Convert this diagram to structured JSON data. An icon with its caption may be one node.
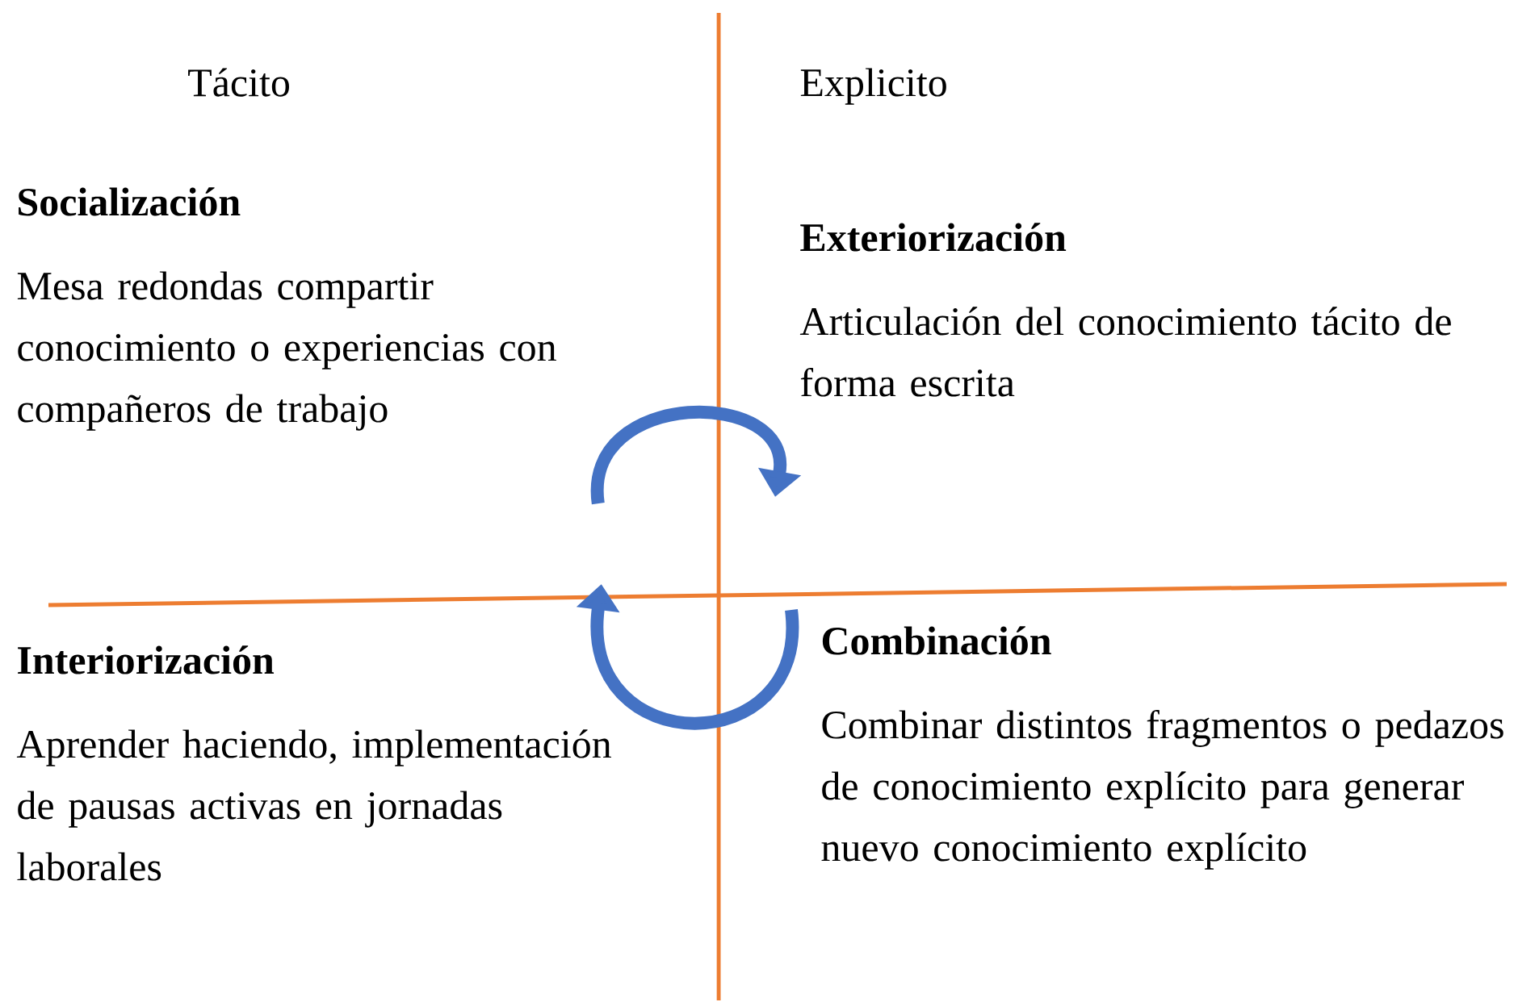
{
  "diagram": {
    "nodes": [
      {
        "text": [
          "Socialización",
          "Mesa redondas compartir conocimiento o experiencias con compañeros de trabajo"
        ]
      },
      {
        "text": [
          "Exteriorización",
          "Articulación del conocimiento tácito de forma escrita"
        ]
      },
      {
        "text": [
          "Interiorización",
          "Aprender haciendo, implementación de pausas activas en jornadas laborales"
        ]
      },
      {
        "text": [
          "Combinación",
          "Combinar distintos fragmentos o pedazos de conocimiento explícito para generar nuevo conocimiento explícito"
        ]
      }
    ],
    "edges": [
      {
        "from": 0,
        "to": 1,
        "arrow": "to"
      },
      {
        "from": 3,
        "to": 2,
        "arrow": "to"
      }
    ],
    "labels": [
      "Tácito",
      "Explicito"
    ]
  }
}
